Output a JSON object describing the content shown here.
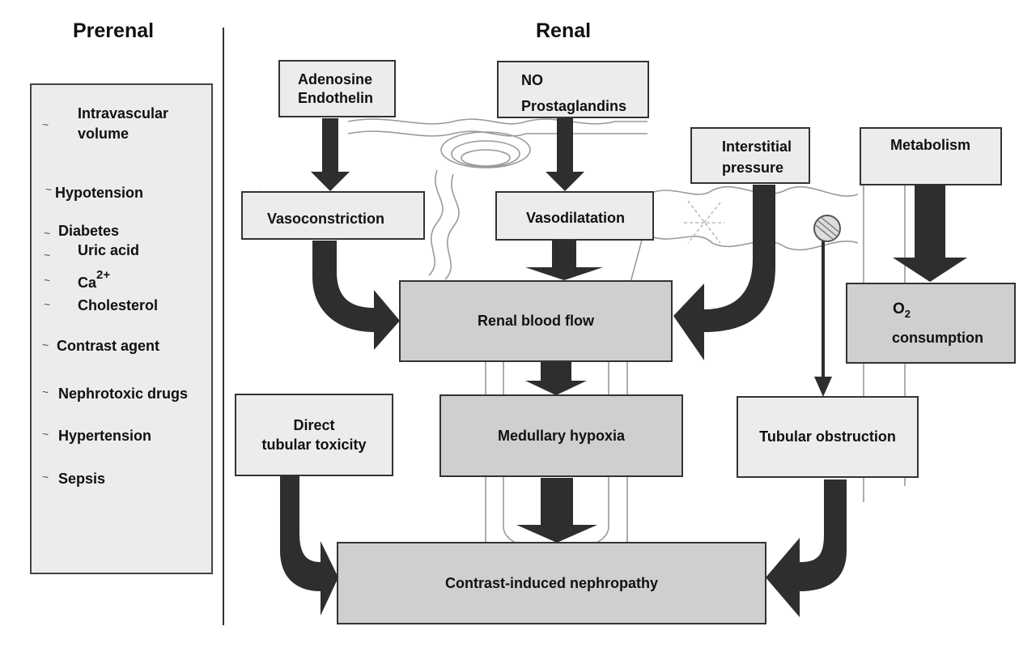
{
  "headers": {
    "prerenal": "Prerenal",
    "renal": "Renal"
  },
  "prerenal_factors": [
    "Intravascular",
    "volume",
    "Hypotension",
    "Diabetes",
    "Uric acid",
    "Ca",
    "2+",
    "Cholesterol",
    "Contrast agent",
    "Nephrotoxic drugs",
    "Hypertension",
    "Sepsis"
  ],
  "tilde": "~",
  "boxes": {
    "adenosine": "Adenosine",
    "endothelin": "Endothelin",
    "no": "NO",
    "prostaglandins": "Prostaglandins",
    "interstitial_1": "Interstitial",
    "interstitial_2": "pressure",
    "metabolism": "Metabolism",
    "vasoconstriction": "Vasoconstriction",
    "vasodilatation": "Vasodilatation",
    "renal_blood_flow": "Renal blood flow",
    "o2": "O",
    "o2_sub": "2",
    "consumption": "consumption",
    "direct_1": "Direct",
    "direct_2": "tubular toxicity",
    "medullary_hypoxia": "Medullary hypoxia",
    "tubular_obstruction": "Tubular obstruction",
    "cin": "Contrast-induced nephropathy"
  },
  "colors": {
    "arrow": "#2e2e2e",
    "box_light": "#ececec",
    "box_dark": "#cfcfcf",
    "sketch": "#9a9a9a"
  }
}
